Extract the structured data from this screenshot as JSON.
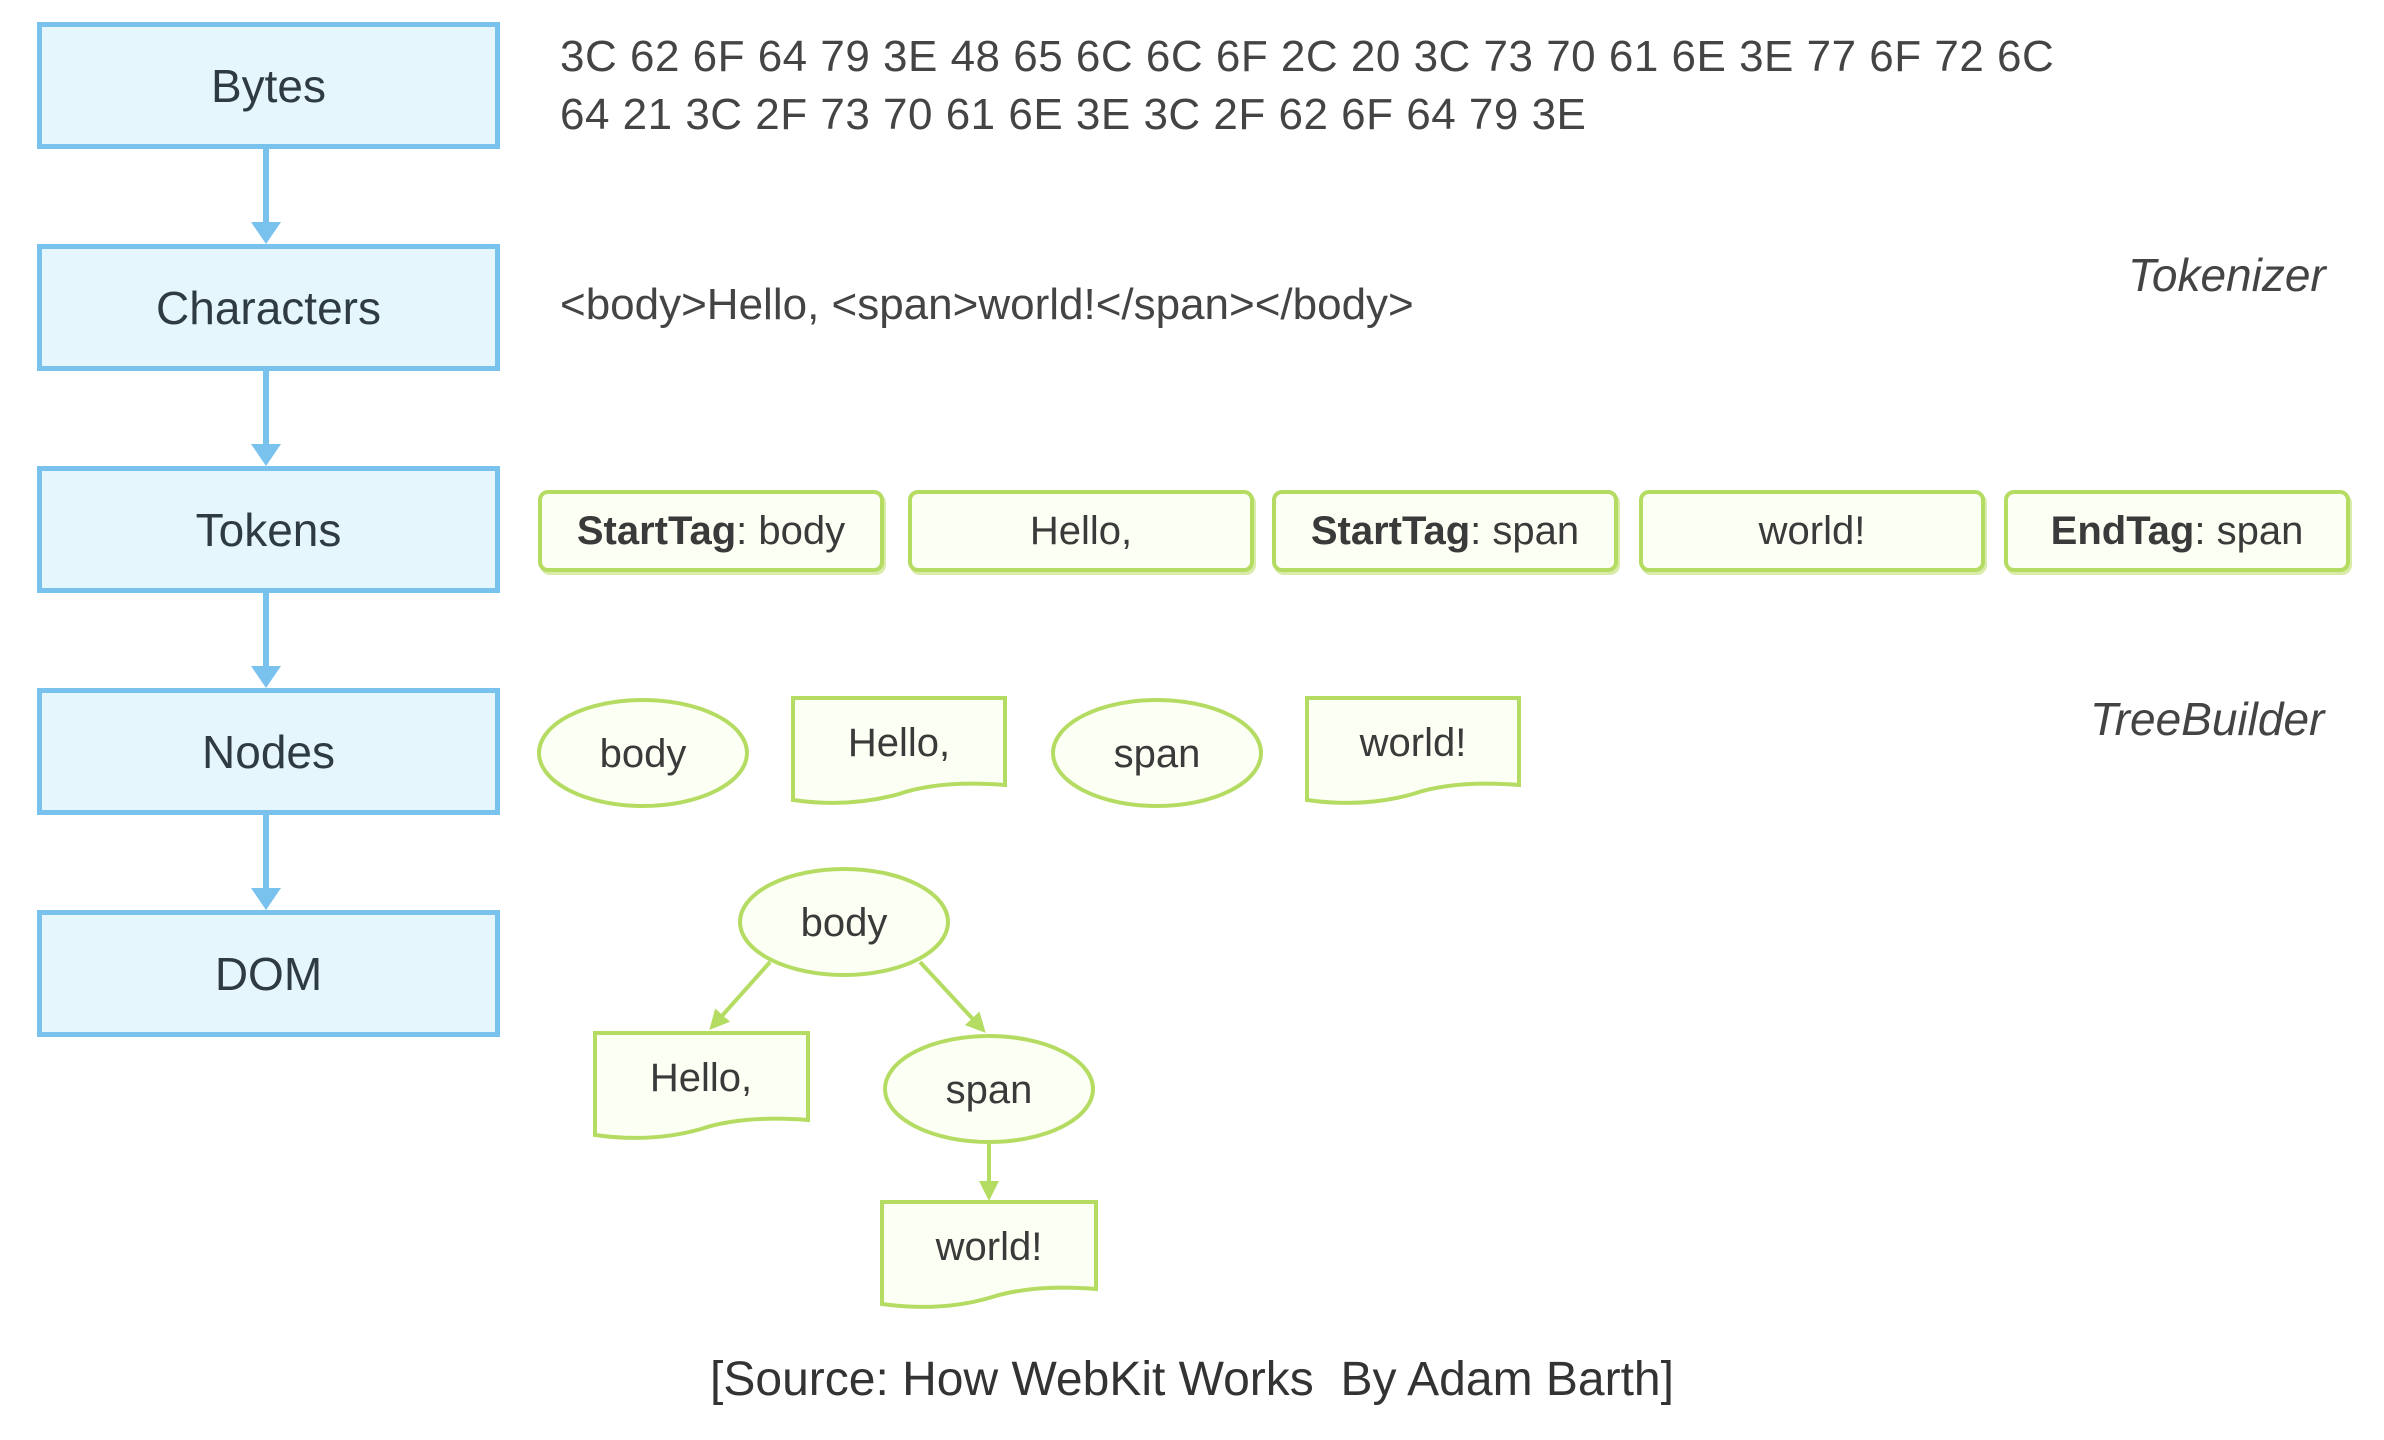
{
  "stages": [
    {
      "label": "Bytes"
    },
    {
      "label": "Characters"
    },
    {
      "label": "Tokens"
    },
    {
      "label": "Nodes"
    },
    {
      "label": "DOM"
    }
  ],
  "bytes": {
    "line1": "3C 62 6F 64 79 3E 48 65 6C 6C 6F 2C 20 3C 73 70 61 6E 3E 77 6F 72 6C",
    "line2": "64 21 3C 2F 73 70 61 6E 3E 3C 2F 62 6F 64 79 3E"
  },
  "characters": "<body>Hello, <span>world!</span></body>",
  "labels": {
    "tokenizer": "Tokenizer",
    "treebuilder": "TreeBuilder"
  },
  "tokens": [
    {
      "kind": "StartTag",
      "sep": ": ",
      "value": "body"
    },
    {
      "kind": "",
      "sep": "",
      "value": "Hello,"
    },
    {
      "kind": "StartTag",
      "sep": ": ",
      "value": "span"
    },
    {
      "kind": "",
      "sep": "",
      "value": "world!"
    },
    {
      "kind": "EndTag",
      "sep": ": ",
      "value": "span"
    }
  ],
  "nodes": [
    {
      "type": "element",
      "label": "body"
    },
    {
      "type": "text",
      "label": "Hello,"
    },
    {
      "type": "element",
      "label": "span"
    },
    {
      "type": "text",
      "label": "world!"
    }
  ],
  "dom": {
    "root": "body",
    "text1": "Hello,",
    "child": "span",
    "text2": "world!"
  },
  "caption": "[Source: How WebKit Works  By Adam Barth]",
  "colors": {
    "stage_border": "#7ac2ee",
    "stage_fill": "#e6f6fd",
    "node_border": "#b5dc62",
    "node_fill": "#fcfff3"
  }
}
